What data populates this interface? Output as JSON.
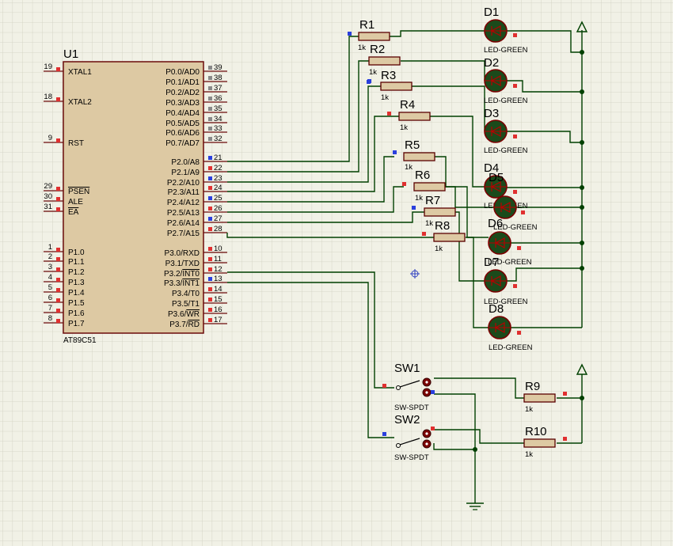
{
  "mcu": {
    "ref": "U1",
    "type": "AT89C51",
    "left_pins": [
      {
        "num": "19",
        "name": "XTAL1"
      },
      {
        "num": "18",
        "name": "XTAL2"
      },
      {
        "num": "9",
        "name": "RST"
      },
      {
        "num": "29",
        "name": "PSEN"
      },
      {
        "num": "30",
        "name": "ALE"
      },
      {
        "num": "31",
        "name": "EA"
      },
      {
        "num": "1",
        "name": "P1.0"
      },
      {
        "num": "2",
        "name": "P1.1"
      },
      {
        "num": "3",
        "name": "P1.2"
      },
      {
        "num": "4",
        "name": "P1.3"
      },
      {
        "num": "5",
        "name": "P1.4"
      },
      {
        "num": "6",
        "name": "P1.5"
      },
      {
        "num": "7",
        "name": "P1.6"
      },
      {
        "num": "8",
        "name": "P1.7"
      }
    ],
    "right_pins": [
      {
        "num": "39",
        "name": "P0.0/AD0"
      },
      {
        "num": "38",
        "name": "P0.1/AD1"
      },
      {
        "num": "37",
        "name": "P0.2/AD2"
      },
      {
        "num": "36",
        "name": "P0.3/AD3"
      },
      {
        "num": "35",
        "name": "P0.4/AD4"
      },
      {
        "num": "34",
        "name": "P0.5/AD5"
      },
      {
        "num": "33",
        "name": "P0.6/AD6"
      },
      {
        "num": "32",
        "name": "P0.7/AD7"
      },
      {
        "num": "21",
        "name": "P2.0/A8"
      },
      {
        "num": "22",
        "name": "P2.1/A9"
      },
      {
        "num": "23",
        "name": "P2.2/A10"
      },
      {
        "num": "24",
        "name": "P2.3/A11"
      },
      {
        "num": "25",
        "name": "P2.4/A12"
      },
      {
        "num": "26",
        "name": "P2.5/A13"
      },
      {
        "num": "27",
        "name": "P2.6/A14"
      },
      {
        "num": "28",
        "name": "P2.7/A15"
      },
      {
        "num": "10",
        "name": "P3.0/RXD"
      },
      {
        "num": "11",
        "name": "P3.1/TXD"
      },
      {
        "num": "12",
        "name": "P3.2/INT0"
      },
      {
        "num": "13",
        "name": "P3.3/INT1"
      },
      {
        "num": "14",
        "name": "P3.4/T0"
      },
      {
        "num": "15",
        "name": "P3.5/T1"
      },
      {
        "num": "16",
        "name": "P3.6/WR"
      },
      {
        "num": "17",
        "name": "P3.7/RD"
      }
    ]
  },
  "resistors": [
    {
      "ref": "R1",
      "value": "1k"
    },
    {
      "ref": "R2",
      "value": "1k"
    },
    {
      "ref": "R3",
      "value": "1k"
    },
    {
      "ref": "R4",
      "value": "1k"
    },
    {
      "ref": "R5",
      "value": "1k"
    },
    {
      "ref": "R6",
      "value": "1k"
    },
    {
      "ref": "R7",
      "value": "1k"
    },
    {
      "ref": "R8",
      "value": "1k"
    },
    {
      "ref": "R9",
      "value": "1k"
    },
    {
      "ref": "R10",
      "value": "1k"
    }
  ],
  "leds": [
    {
      "ref": "D1",
      "type": "LED-GREEN"
    },
    {
      "ref": "D2",
      "type": "LED-GREEN"
    },
    {
      "ref": "D3",
      "type": "LED-GREEN"
    },
    {
      "ref": "D4",
      "type": "LED-GREEN"
    },
    {
      "ref": "D5",
      "type": "LED-GREEN"
    },
    {
      "ref": "D6",
      "type": "LED-GREEN"
    },
    {
      "ref": "D7",
      "type": "LED-GREEN"
    },
    {
      "ref": "D8",
      "type": "LED-GREEN"
    }
  ],
  "switches": [
    {
      "ref": "SW1",
      "type": "SW-SPDT"
    },
    {
      "ref": "SW2",
      "type": "SW-SPDT"
    }
  ],
  "colors": {
    "background": "#f1f1e6",
    "grid": "#cfcfbf",
    "wire": "#004000",
    "chip_fill": "#ddc9a3",
    "chip_border": "#6b0a0a",
    "led_fill": "#1b4a1b",
    "led_ring": "#7a0000",
    "pin_marker_red": "#e03030",
    "pin_marker_blue": "#2a3fdd"
  }
}
